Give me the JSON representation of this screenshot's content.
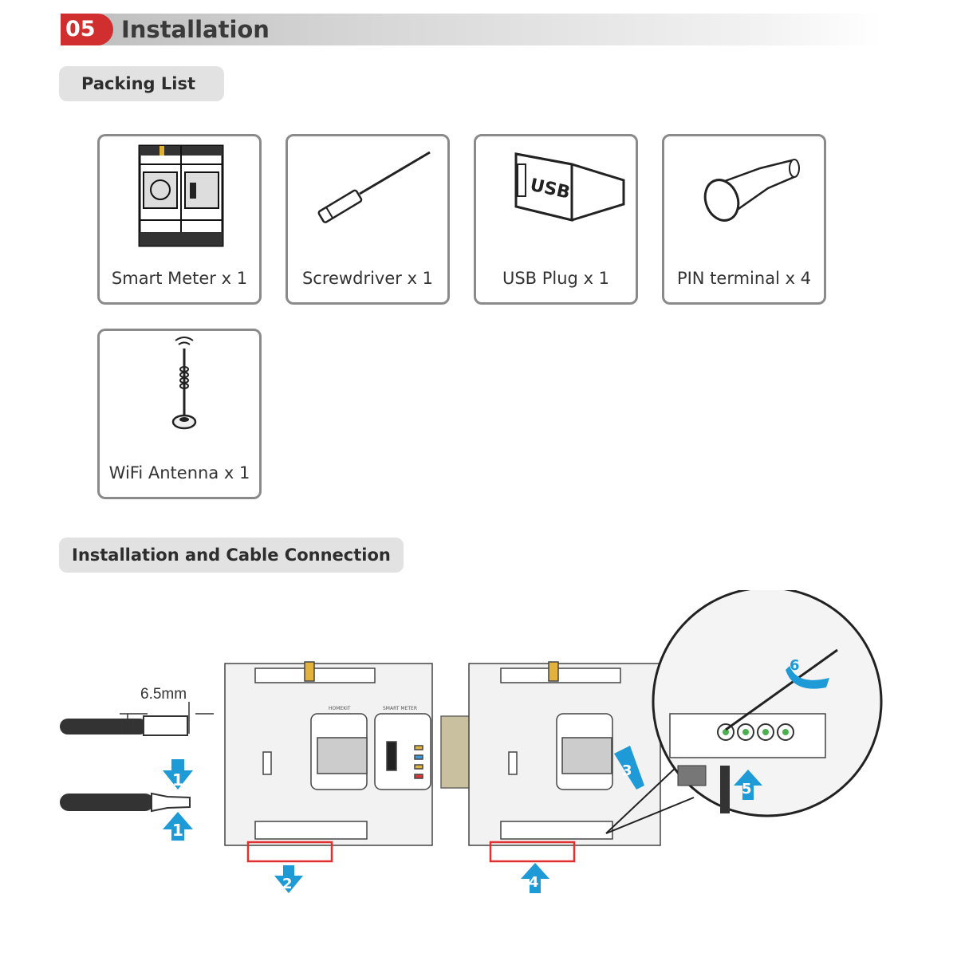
{
  "header": {
    "number": "05",
    "title": "Installation",
    "accent_color": "#d12f2f"
  },
  "packing_list": {
    "title": "Packing List",
    "items": [
      {
        "label": "Smart Meter x 1",
        "icon": "smart-meter-icon"
      },
      {
        "label": "Screwdriver x 1",
        "icon": "screwdriver-icon"
      },
      {
        "label": "USB Plug x 1",
        "icon": "usb-plug-icon",
        "plug_text": "USB"
      },
      {
        "label": "PIN terminal x 4",
        "icon": "pin-terminal-icon"
      },
      {
        "label": "WiFi Antenna x 1",
        "icon": "wifi-antenna-icon"
      }
    ]
  },
  "installation": {
    "title": "Installation and Cable Connection",
    "strip_length": "6.5mm",
    "steps": [
      "1",
      "2",
      "3",
      "4",
      "5",
      "6"
    ],
    "step_color": "#1e9ad6",
    "device_labels": [
      "HOMEKIT",
      "SMART METER"
    ]
  }
}
